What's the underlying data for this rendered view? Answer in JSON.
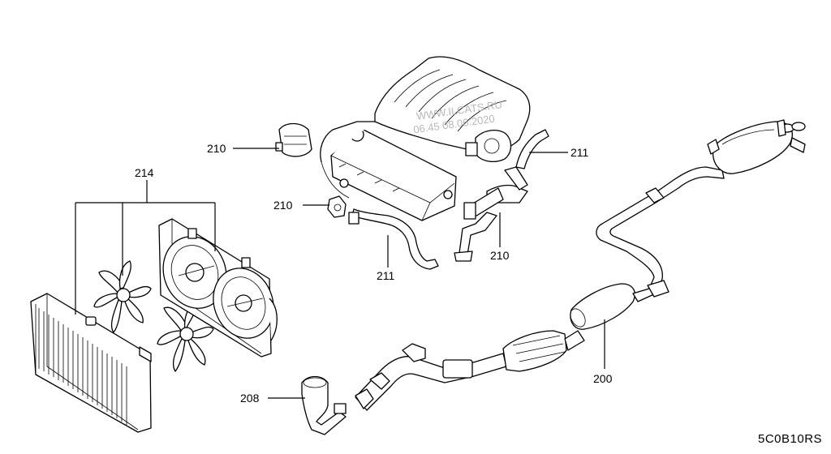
{
  "callouts": {
    "fan_motor_assembly": "214",
    "engine_harness_left": "210",
    "engine_harness_mid": "210",
    "engine_harness_right": "210",
    "hose_upper": "211",
    "hose_lower": "211",
    "exhaust_front_tube": "208",
    "exhaust_main": "200"
  },
  "watermark": {
    "line1": "WWW.ILCATS.RU",
    "line2": "06.45 08.06.2020"
  },
  "diagram_code": "5C0B10RS"
}
